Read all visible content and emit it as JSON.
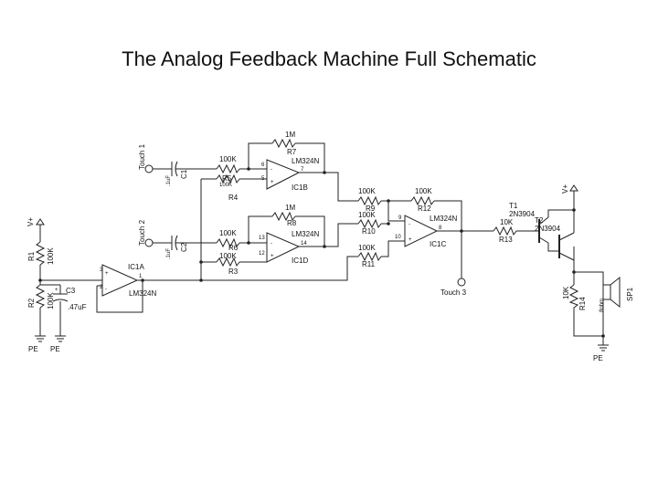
{
  "title": "The Analog Feedback Machine Full Schematic",
  "labels": {
    "touch1": "Touch 1",
    "touch2": "Touch 2",
    "touch3": "Touch 3",
    "c1_val": ".1uF",
    "c1": "C1",
    "c2_val": ".1uF",
    "c2": "C2",
    "c3": "C3",
    "c3_val": ".47uF",
    "r1": "R1",
    "r1_val": "100K",
    "r2": "R2",
    "r2_val": "100K",
    "r3": "R3",
    "r3_val": "100K",
    "r4": "R4",
    "r4_val": "100K",
    "r5": "R5",
    "r5_val": "100K",
    "r6": "R6",
    "r6_val": "100K",
    "r7": "R7",
    "r7_val": "1M",
    "r8": "R8",
    "r8_val": "1M",
    "r9": "R9",
    "r9_val": "100K",
    "r10": "R10",
    "r10_val": "100K",
    "r11": "R11",
    "r11_val": "100K",
    "r12": "R12",
    "r12_val": "100K",
    "r13": "R13",
    "r13_val": "10K",
    "r14": "R14",
    "r14_val": "10K",
    "ic1a": "IC1A",
    "ic1a_part": "LM324N",
    "ic1b": "IC1B",
    "ic1b_part": "LM324N",
    "ic1c": "IC1C",
    "ic1c_part": "LM324N",
    "ic1d": "IC1D",
    "ic1d_part": "LM324N",
    "t1": "T1",
    "t1_part": "2N3904",
    "t2": "T2",
    "t2_part": "2N3904",
    "sp1": "SP1",
    "sp1_val": "8ohm",
    "vplus": "V+",
    "pe": "PE",
    "pin1": "1",
    "pin2": "2",
    "pin3": "3",
    "pin5": "5",
    "pin6": "6",
    "pin7": "7",
    "pin8": "8",
    "pin9": "9",
    "pin10": "10",
    "pin12": "12",
    "pin13": "13",
    "pin14": "14",
    "plus": "+",
    "minus": "-"
  }
}
